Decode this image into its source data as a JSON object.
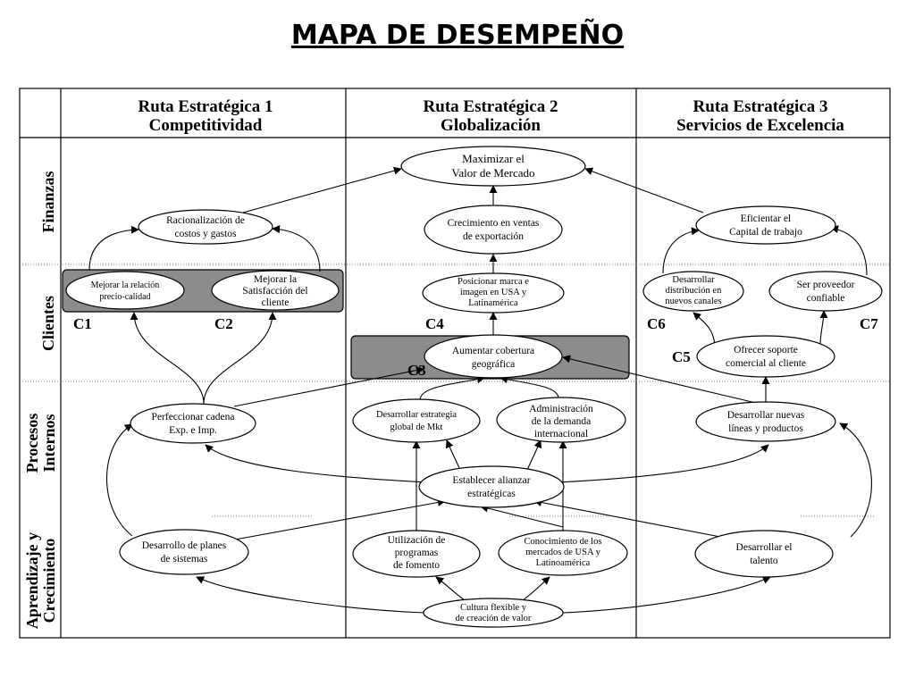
{
  "title": "MAPA DE DESEMPEÑO",
  "columns": [
    {
      "line1": "Ruta Estratégica 1",
      "line2": "Competitividad"
    },
    {
      "line1": "Ruta Estratégica 2",
      "line2": "Globalización"
    },
    {
      "line1": "Ruta Estratégica 3",
      "line2": "Servicios de Excelencia"
    }
  ],
  "rows": [
    {
      "lines": [
        "Finanzas"
      ]
    },
    {
      "lines": [
        "Clientes"
      ]
    },
    {
      "lines": [
        "Procesos",
        "Internos"
      ]
    },
    {
      "lines": [
        "Aprendizaje y",
        "Crecimiento"
      ]
    }
  ],
  "nodes": {
    "maximizar": [
      "Maximizar el",
      "Valor de Mercado"
    ],
    "racionalizacion": [
      "Racionalización de",
      "costos y gastos"
    ],
    "crecimiento": [
      "Crecimiento en ventas",
      "de exportación"
    ],
    "eficientar": [
      "Eficientar el",
      "Capital de trabajo"
    ],
    "mejorar_relacion": [
      "Mejorar la relación",
      "precio-calidad"
    ],
    "mejorar_satisfaccion": [
      "Mejorar la",
      "Satisfacción del",
      "cliente"
    ],
    "posicionar": [
      "Posicionar marca e",
      "imagen en USA y",
      "Latinamérica"
    ],
    "desarrollar_distribucion": [
      "Desarrollar",
      "distribución en",
      "nuevos canales"
    ],
    "ser_proveedor": [
      "Ser proveedor",
      "confiable"
    ],
    "aumentar_cobertura": [
      "Aumentar cobertura",
      "geográfica"
    ],
    "ofrecer_soporte": [
      "Ofrecer soporte",
      "comercial al cliente"
    ],
    "perfeccionar": [
      "Perfeccionar cadena",
      "Exp. e Imp."
    ],
    "desarrollar_estrategia": [
      "Desarrollar estrategia",
      "global de Mkt"
    ],
    "administracion": [
      "Administración",
      "de la demanda",
      "internacional"
    ],
    "desarrollar_lineas": [
      "Desarrollar nuevas",
      "líneas y productos"
    ],
    "establecer": [
      "Establecer alianzar",
      "estratégicas"
    ],
    "desarrollo_planes": [
      "Desarrollo de planes",
      "de sistemas"
    ],
    "utilizacion": [
      "Utilización de",
      "programas",
      "de fomento"
    ],
    "conocimiento": [
      "Conocimiento de los",
      "mercados de USA y",
      "Latinoamérica"
    ],
    "desarrollar_talento": [
      "Desarrollar el",
      "talento"
    ],
    "cultura": [
      "Cultura flexible y",
      "de creación de valor"
    ]
  },
  "labels": {
    "c1": "C1",
    "c2": "C2",
    "c3": "C3",
    "c4": "C4",
    "c5": "C5",
    "c6": "C6",
    "c7": "C7"
  }
}
